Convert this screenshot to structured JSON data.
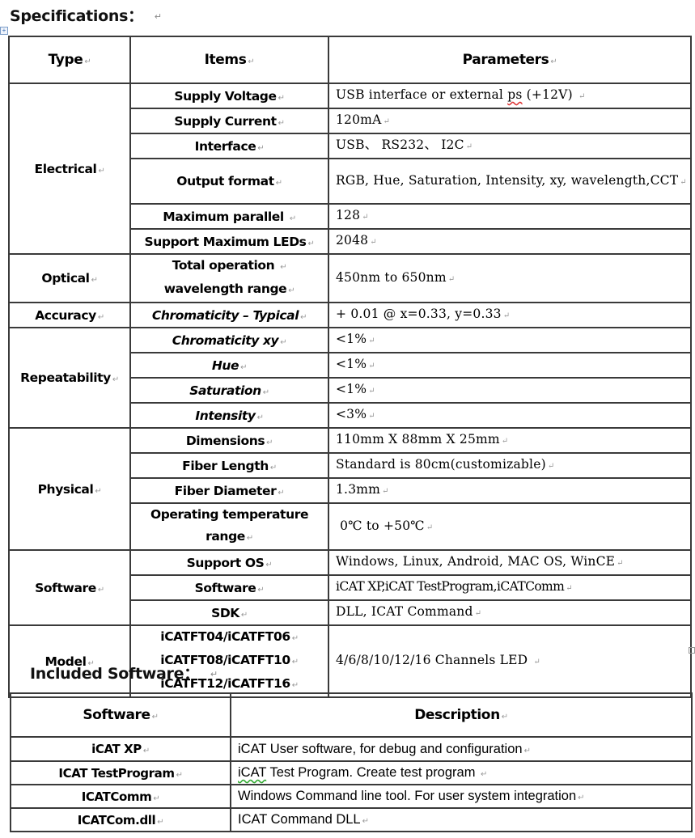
{
  "spec_heading": "Specifications：",
  "para_mark": "↵",
  "spec_table": {
    "headers": {
      "type": "Type",
      "items": "Items",
      "parameters": "Parameters"
    },
    "groups": {
      "electrical": "Electrical",
      "optical": "Optical",
      "accuracy": "Accuracy",
      "repeatability": "Repeatability",
      "physical": "Physical",
      "software": "Software",
      "model": "Model"
    },
    "rows": [
      {
        "item": "Supply Voltage",
        "param_pre": "USB interface or external ",
        "param_flag": "ps",
        "param_post": " (+12V) "
      },
      {
        "item": "Supply Current",
        "param": "120mA"
      },
      {
        "item": "Interface",
        "param": "USB、 RS232、 I2C"
      },
      {
        "item": "Output format",
        "param": "RGB, Hue, Saturation, Intensity, xy, wavelength,CCT"
      },
      {
        "item": "Maximum parallel ",
        "param": "128"
      },
      {
        "item": "Support Maximum LEDs",
        "param": "2048"
      },
      {
        "item_line1": "Total operation ",
        "item_line2": "wavelength range",
        "param": "450nm to 650nm"
      },
      {
        "item": "Chromaticity – Typical",
        "param": "+ 0.01 @ x=0.33, y=0.33"
      },
      {
        "item": "Chromaticity xy",
        "param": "<1%"
      },
      {
        "item": "Hue",
        "param": "<1%"
      },
      {
        "item": "Saturation",
        "param": "<1%"
      },
      {
        "item": "Intensity",
        "param": "<3%"
      },
      {
        "item": "Dimensions",
        "param": "110mm X 88mm X 25mm"
      },
      {
        "item": "Fiber Length",
        "param": "Standard is 80cm(customizable)"
      },
      {
        "item": "Fiber Diameter",
        "param": "1.3mm"
      },
      {
        "item_line1": "Operating temperature",
        "item_line2": "range",
        "param": " 0℃ to +50℃"
      },
      {
        "item": "Support OS",
        "param": "Windows, Linux, Android, MAC OS, WinCE"
      },
      {
        "item": "Software",
        "param": "iCAT XP,iCAT TestProgram,iCATComm"
      },
      {
        "item": "SDK",
        "param": "DLL, ICAT Command"
      },
      {
        "item_line1": "iCATFT04/iCATFT06",
        "item_line2": "iCATFT08/iCATFT10",
        "item_line3": "iCATFT12/iCATFT16",
        "param": "4/6/8/10/12/16 Channels LED "
      }
    ]
  },
  "software_heading": "Included Software：",
  "software_table": {
    "headers": {
      "software": "Software",
      "description": "Description"
    },
    "rows": [
      {
        "name": "iCAT XP",
        "desc": "iCAT User software, for debug and configuration"
      },
      {
        "name": "ICAT TestProgram",
        "desc_flag": "iCAT",
        "desc_post": " Test Program. Create test program "
      },
      {
        "name": "ICATComm",
        "desc": "Windows Command line tool. For user system integration"
      },
      {
        "name": "ICATCom.dll",
        "desc": "ICAT Command DLL"
      }
    ]
  }
}
